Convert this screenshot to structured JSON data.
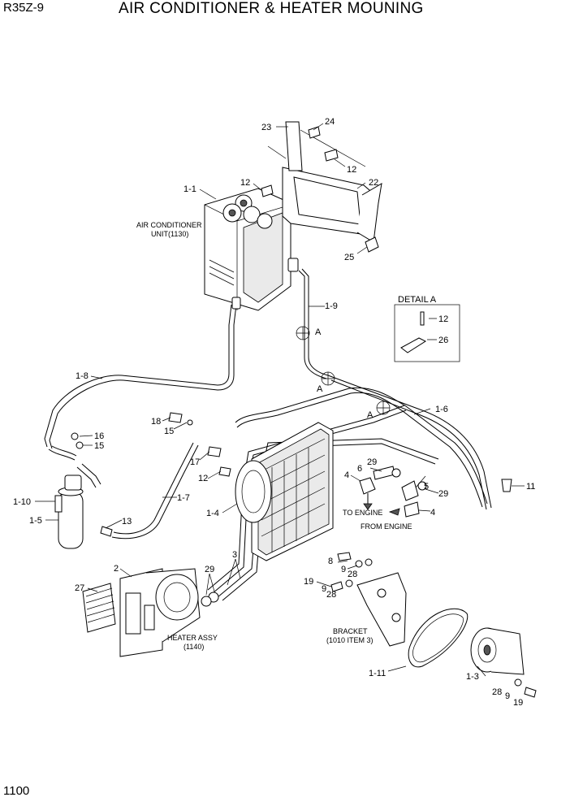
{
  "header": {
    "model": "R35Z-9",
    "title": "AIR CONDITIONER & HEATER MOUNING"
  },
  "footer": {
    "page_number": "1100"
  },
  "detail": {
    "title": "DETAIL  A",
    "items": [
      "12",
      "26"
    ]
  },
  "labels": {
    "ac_unit": [
      "AIR CONDITIONER",
      "UNIT(1130)"
    ],
    "heater": [
      "HEATER ASSY",
      "(1140)"
    ],
    "bracket": [
      "BRACKET",
      "(1010 ITEM 3)"
    ],
    "to_engine": "TO ENGINE",
    "from_engine": "FROM ENGINE",
    "section_marker": "A"
  },
  "callouts": [
    "23",
    "24",
    "12",
    "22",
    "1-1",
    "12",
    "25",
    "1-9",
    "1-8",
    "16",
    "15",
    "18",
    "15",
    "17",
    "12",
    "1-10",
    "1-5",
    "13",
    "1-7",
    "1-4",
    "4",
    "6",
    "29",
    "5",
    "29",
    "4",
    "1-6",
    "11",
    "3",
    "29",
    "2",
    "27",
    "8",
    "9",
    "28",
    "19",
    "9",
    "28",
    "1-11",
    "1-3",
    "28",
    "9",
    "19"
  ]
}
